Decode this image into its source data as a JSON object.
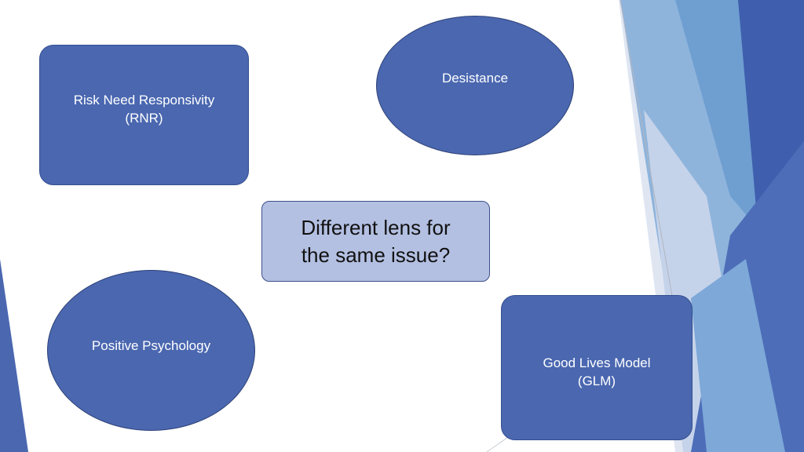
{
  "diagram": {
    "center": {
      "label": "Different lens for\nthe same issue?"
    },
    "nodes": [
      {
        "id": "rnr",
        "shape": "rounded-rectangle",
        "label": "Risk Need Responsivity\n(RNR)"
      },
      {
        "id": "desistance",
        "shape": "ellipse",
        "label": "Desistance"
      },
      {
        "id": "positive",
        "shape": "ellipse",
        "label": "Positive Psychology"
      },
      {
        "id": "glm",
        "shape": "rounded-rectangle",
        "label": "Good Lives Model\n(GLM)"
      }
    ]
  },
  "colors": {
    "node_fill": "#4a67b0",
    "center_fill": "#b4c0e2",
    "accent_light": "#6f9fd1",
    "accent_dark": "#3f5fae"
  }
}
